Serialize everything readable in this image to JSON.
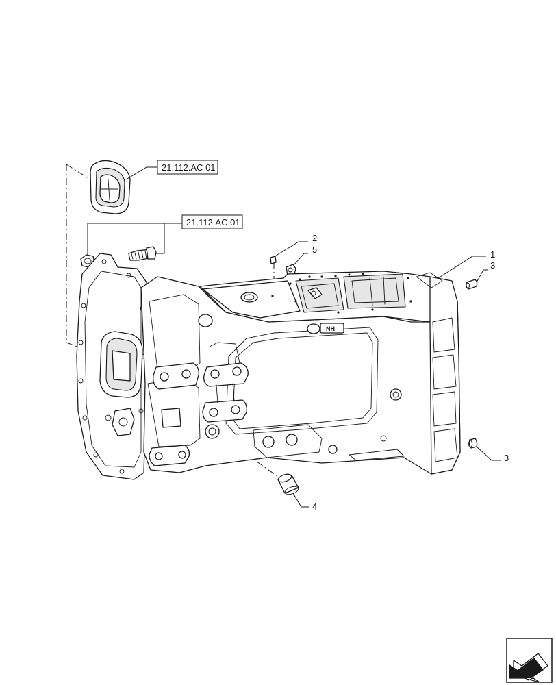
{
  "references": [
    {
      "id": "ref-top",
      "text": "21.112.AC 01"
    },
    {
      "id": "ref-middle",
      "text": "21.112.AC 01"
    }
  ],
  "callouts": [
    {
      "id": "callout-1",
      "text": "1"
    },
    {
      "id": "callout-2",
      "text": "2"
    },
    {
      "id": "callout-3-top",
      "text": "3"
    },
    {
      "id": "callout-3-bottom",
      "text": "3"
    },
    {
      "id": "callout-4",
      "text": "4"
    },
    {
      "id": "callout-5",
      "text": "5"
    }
  ],
  "brand_logo": {
    "text": "NH"
  },
  "nav_icon": {
    "name": "next-page-arrow-icon"
  }
}
